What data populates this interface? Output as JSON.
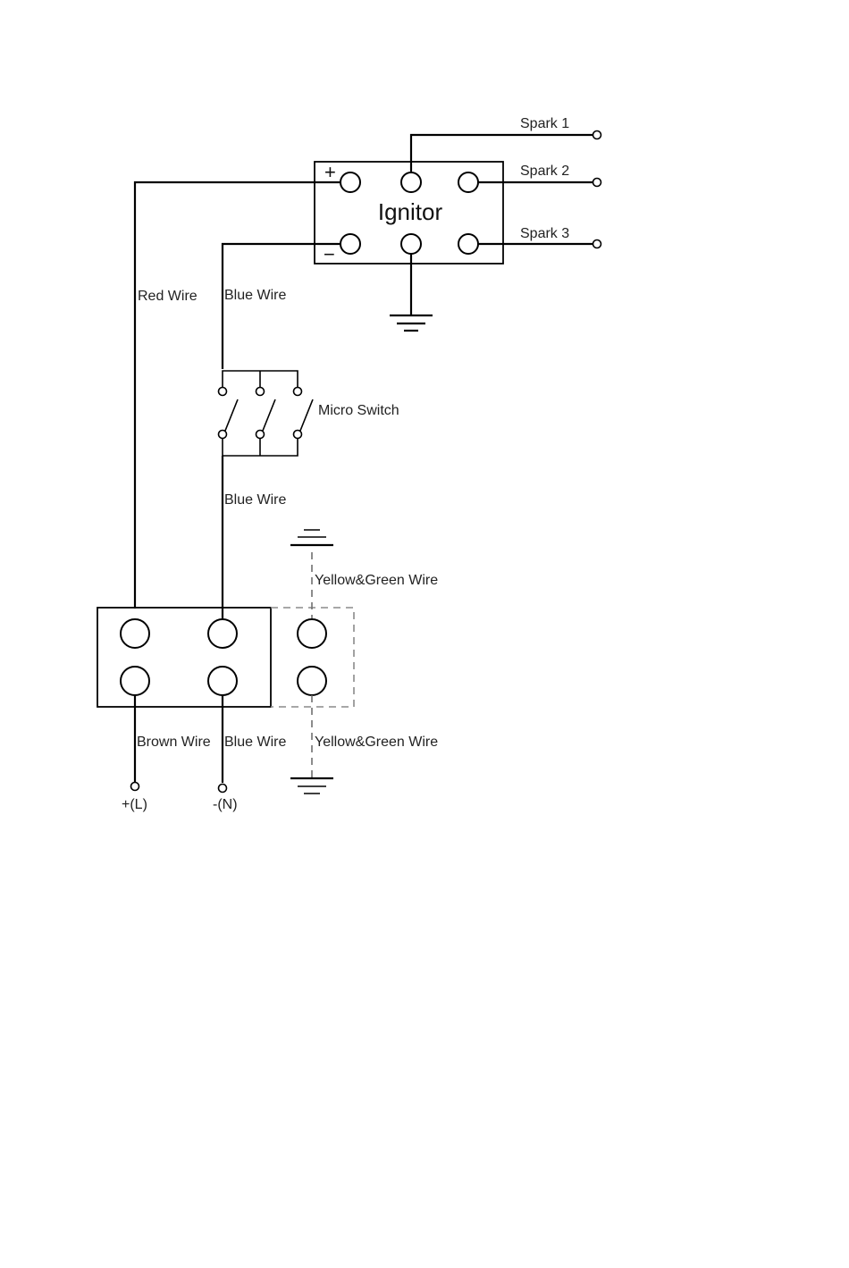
{
  "ignitor": {
    "title": "Ignitor",
    "plus_sign": "+",
    "minus_sign": "−"
  },
  "sparks": [
    "Spark 1",
    "Spark 2",
    "Spark 3"
  ],
  "wires": {
    "red": "Red Wire",
    "blue_upper": "Blue Wire",
    "blue_middle": "Blue Wire",
    "yellow_green_upper": "Yellow&Green Wire",
    "brown": "Brown Wire",
    "blue_lower": "Blue Wire",
    "yellow_green_lower": "Yellow&Green Wire"
  },
  "micro_switch": {
    "label": "Micro Switch"
  },
  "mains": {
    "live": "+(L)",
    "neutral": "-(N)"
  }
}
